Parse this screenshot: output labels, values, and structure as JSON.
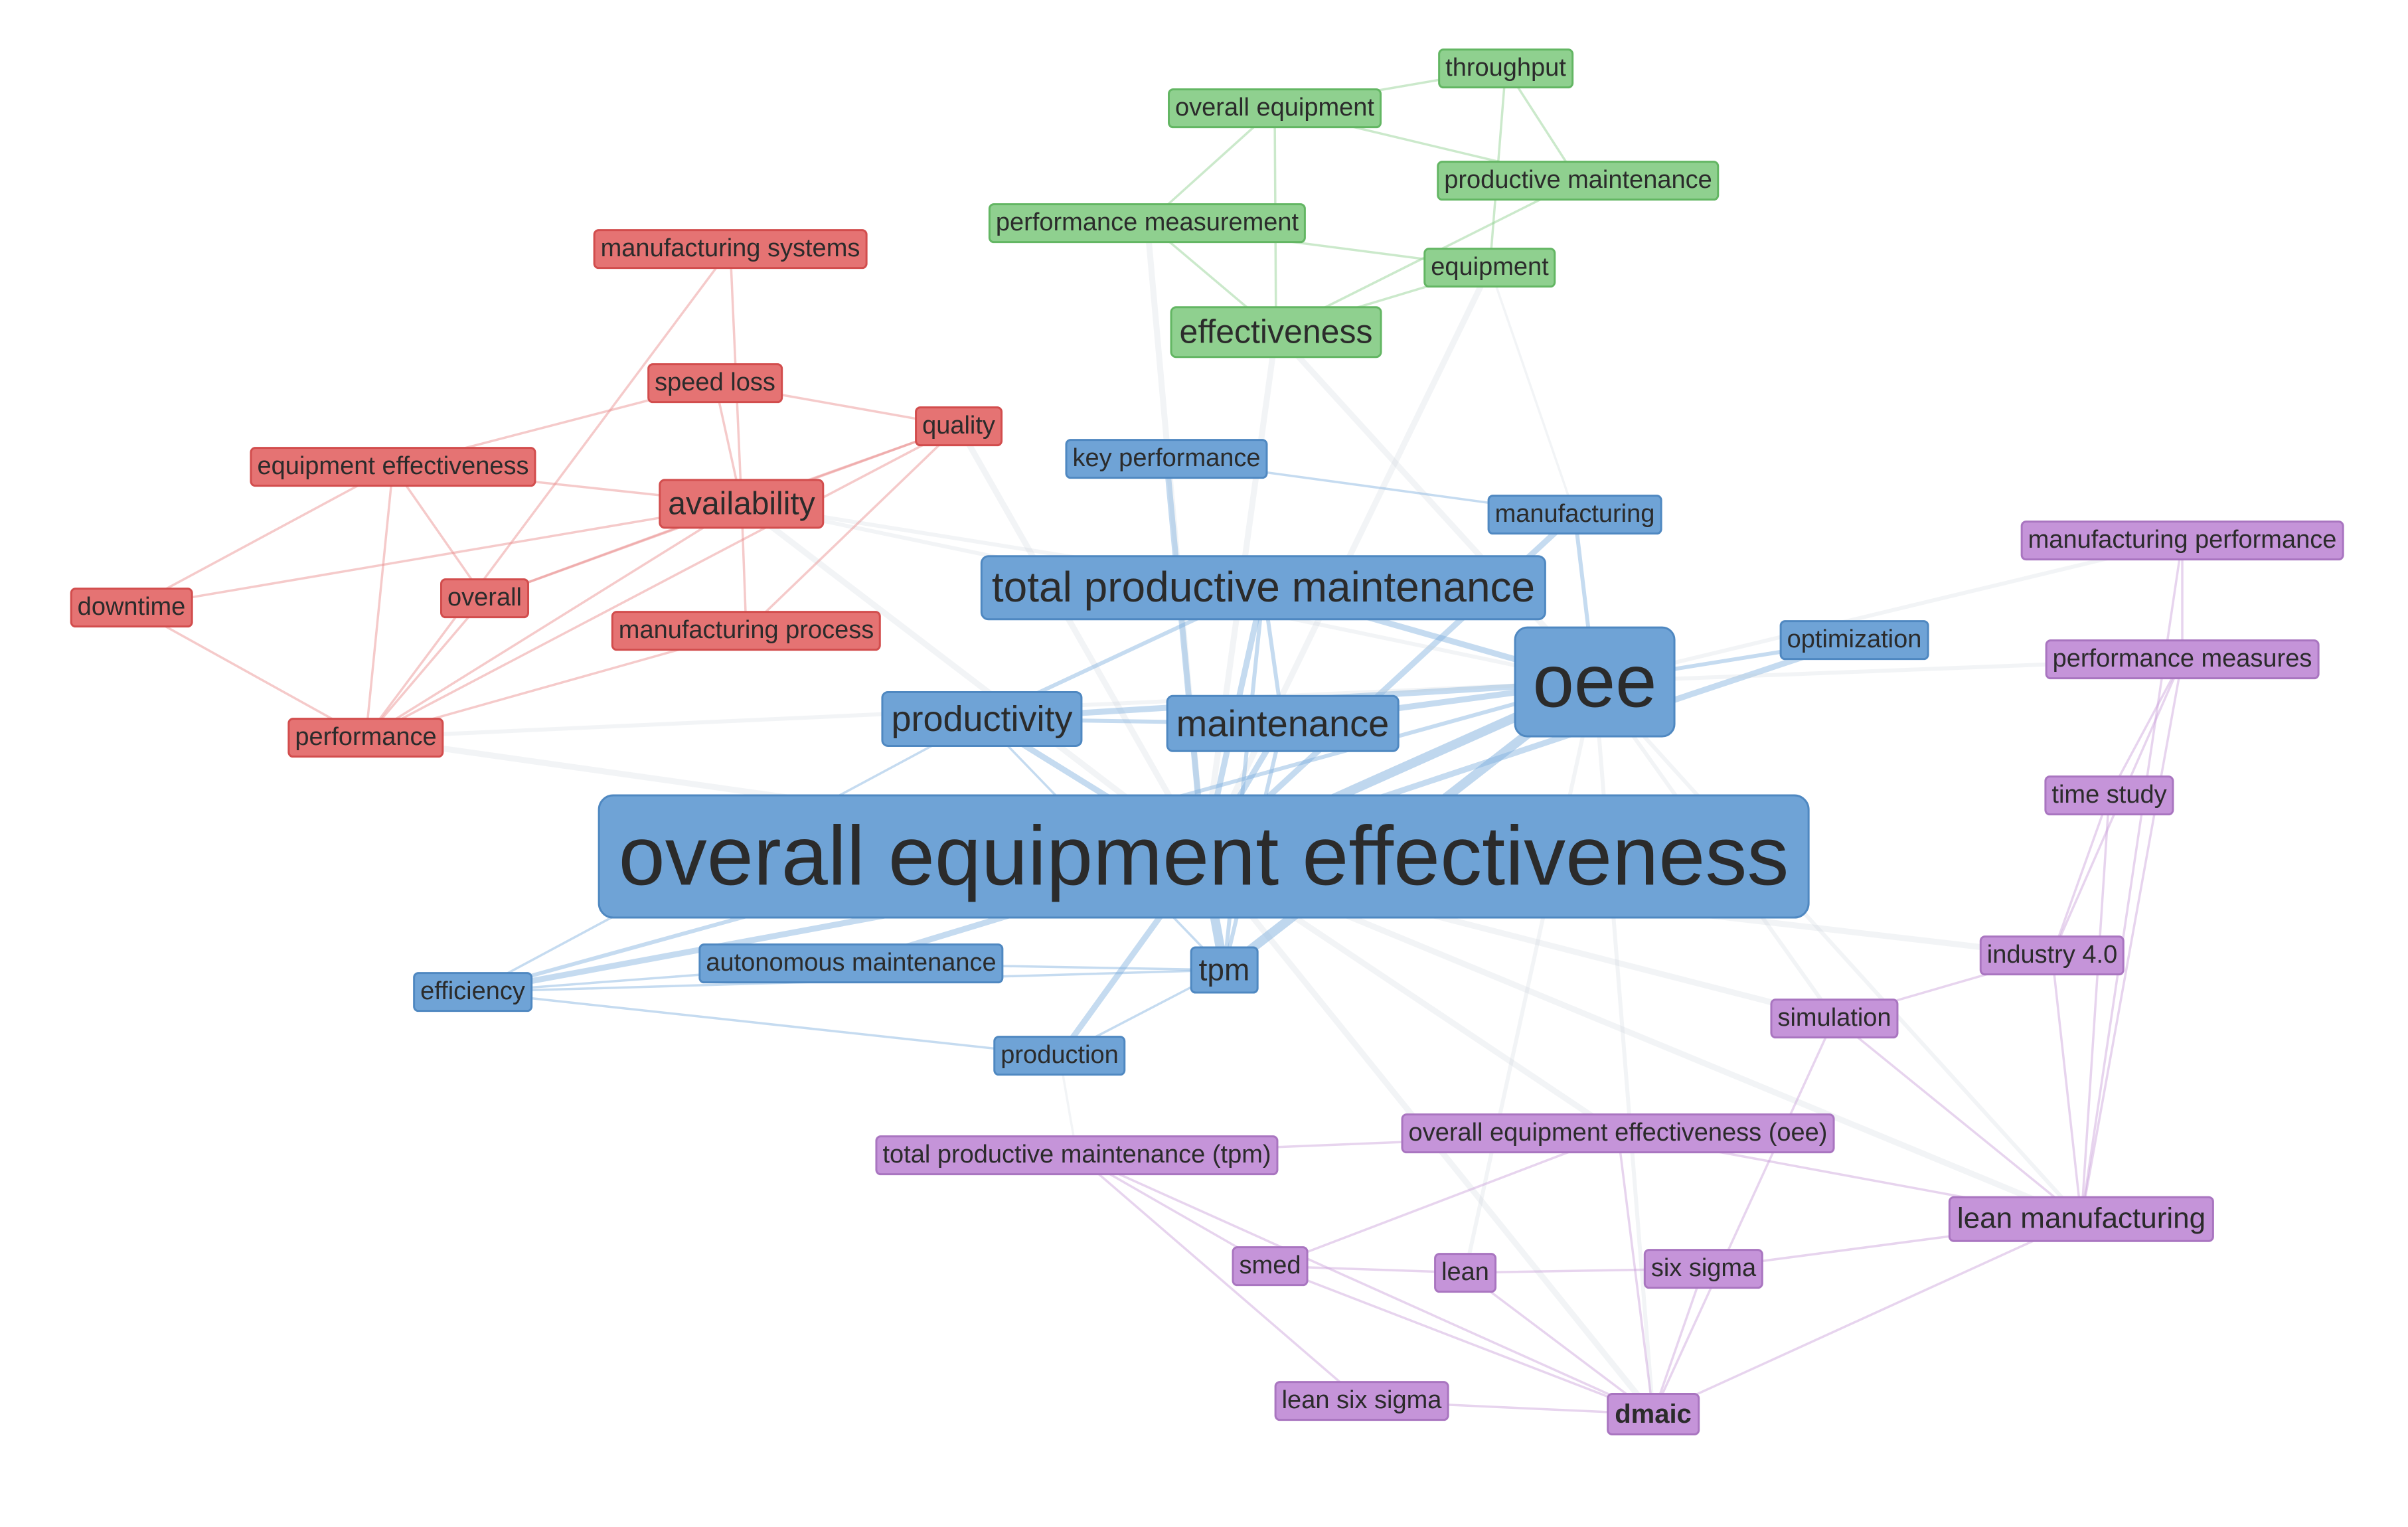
{
  "clusters": {
    "red": {
      "fill": "#e57373",
      "border": "#d24d4d",
      "edge": "#e88a8a"
    },
    "green": {
      "fill": "#8fd08f",
      "border": "#63b663",
      "edge": "#8ccf8c"
    },
    "blue": {
      "fill": "#6fa3d6",
      "border": "#4f88c1",
      "edge": "#7fb0dd"
    },
    "purple": {
      "fill": "#c594d9",
      "border": "#a975c0",
      "edge": "#c9a0da"
    }
  },
  "nodes": [
    {
      "id": "throughput",
      "label": "throughput",
      "cluster": "green"
    },
    {
      "id": "overall-equipment",
      "label": "overall equipment",
      "cluster": "green"
    },
    {
      "id": "productive-maintenance",
      "label": "productive maintenance",
      "cluster": "green"
    },
    {
      "id": "performance-measurement",
      "label": "performance measurement",
      "cluster": "green"
    },
    {
      "id": "equipment",
      "label": "equipment",
      "cluster": "green"
    },
    {
      "id": "effectiveness",
      "label": "effectiveness",
      "cluster": "green"
    },
    {
      "id": "manufacturing-systems",
      "label": "manufacturing systems",
      "cluster": "red"
    },
    {
      "id": "speed-loss",
      "label": "speed loss",
      "cluster": "red"
    },
    {
      "id": "quality",
      "label": "quality",
      "cluster": "red"
    },
    {
      "id": "equipment-effectiveness",
      "label": "equipment effectiveness",
      "cluster": "red"
    },
    {
      "id": "availability",
      "label": "availability",
      "cluster": "red"
    },
    {
      "id": "downtime",
      "label": "downtime",
      "cluster": "red"
    },
    {
      "id": "overall",
      "label": "overall",
      "cluster": "red"
    },
    {
      "id": "manufacturing-process",
      "label": "manufacturing process",
      "cluster": "red"
    },
    {
      "id": "performance",
      "label": "performance",
      "cluster": "red"
    },
    {
      "id": "key-performance",
      "label": "key performance",
      "cluster": "blue"
    },
    {
      "id": "manufacturing",
      "label": "manufacturing",
      "cluster": "blue"
    },
    {
      "id": "total-productive-maintenance",
      "label": "total productive maintenance",
      "cluster": "blue"
    },
    {
      "id": "oee",
      "label": "oee",
      "cluster": "blue"
    },
    {
      "id": "optimization",
      "label": "optimization",
      "cluster": "blue"
    },
    {
      "id": "productivity",
      "label": "productivity",
      "cluster": "blue"
    },
    {
      "id": "maintenance",
      "label": "maintenance",
      "cluster": "blue"
    },
    {
      "id": "overall-equipment-effectiveness",
      "label": "overall equipment effectiveness",
      "cluster": "blue"
    },
    {
      "id": "efficiency",
      "label": "efficiency",
      "cluster": "blue"
    },
    {
      "id": "autonomous-maintenance",
      "label": "autonomous maintenance",
      "cluster": "blue"
    },
    {
      "id": "tpm",
      "label": "tpm",
      "cluster": "blue"
    },
    {
      "id": "production",
      "label": "production",
      "cluster": "blue"
    },
    {
      "id": "manufacturing-performance",
      "label": "manufacturing performance",
      "cluster": "purple"
    },
    {
      "id": "performance-measures",
      "label": "performance measures",
      "cluster": "purple"
    },
    {
      "id": "time-study",
      "label": "time study",
      "cluster": "purple"
    },
    {
      "id": "industry-4-0",
      "label": "industry 4.0",
      "cluster": "purple"
    },
    {
      "id": "simulation",
      "label": "simulation",
      "cluster": "purple"
    },
    {
      "id": "oee-paren",
      "label": "overall equipment effectiveness (oee)",
      "cluster": "purple"
    },
    {
      "id": "tpm-paren",
      "label": "total productive maintenance (tpm)",
      "cluster": "purple"
    },
    {
      "id": "lean-manufacturing",
      "label": "lean manufacturing",
      "cluster": "purple"
    },
    {
      "id": "smed",
      "label": "smed",
      "cluster": "purple"
    },
    {
      "id": "lean",
      "label": "lean",
      "cluster": "purple"
    },
    {
      "id": "six-sigma",
      "label": "six sigma",
      "cluster": "purple"
    },
    {
      "id": "lean-six-sigma",
      "label": "lean six sigma",
      "cluster": "purple"
    },
    {
      "id": "dmaic",
      "label": "dmaic",
      "cluster": "purple"
    }
  ],
  "edges": [
    [
      "overall-equipment-effectiveness",
      "oee"
    ],
    [
      "overall-equipment-effectiveness",
      "tpm"
    ],
    [
      "overall-equipment-effectiveness",
      "total-productive-maintenance"
    ],
    [
      "overall-equipment-effectiveness",
      "maintenance"
    ],
    [
      "overall-equipment-effectiveness",
      "productivity"
    ],
    [
      "overall-equipment-effectiveness",
      "efficiency"
    ],
    [
      "overall-equipment-effectiveness",
      "manufacturing"
    ],
    [
      "overall-equipment-effectiveness",
      "effectiveness"
    ],
    [
      "overall-equipment-effectiveness",
      "performance-measurement"
    ],
    [
      "overall-equipment-effectiveness",
      "key-performance"
    ],
    [
      "overall-equipment-effectiveness",
      "availability"
    ],
    [
      "overall-equipment-effectiveness",
      "performance"
    ],
    [
      "overall-equipment-effectiveness",
      "autonomous-maintenance"
    ],
    [
      "overall-equipment-effectiveness",
      "production"
    ],
    [
      "overall-equipment-effectiveness",
      "lean-manufacturing"
    ],
    [
      "overall-equipment-effectiveness",
      "simulation"
    ],
    [
      "overall-equipment-effectiveness",
      "industry-4-0"
    ],
    [
      "overall-equipment-effectiveness",
      "oee-paren"
    ],
    [
      "overall-equipment-effectiveness",
      "quality"
    ],
    [
      "overall-equipment-effectiveness",
      "optimization"
    ],
    [
      "overall-equipment-effectiveness",
      "equipment"
    ],
    [
      "overall-equipment-effectiveness",
      "dmaic"
    ],
    [
      "oee",
      "tpm"
    ],
    [
      "oee",
      "total-productive-maintenance"
    ],
    [
      "oee",
      "maintenance"
    ],
    [
      "oee",
      "productivity"
    ],
    [
      "oee",
      "manufacturing"
    ],
    [
      "oee",
      "optimization"
    ],
    [
      "oee",
      "performance-measures"
    ],
    [
      "oee",
      "manufacturing-performance"
    ],
    [
      "oee",
      "efficiency"
    ],
    [
      "oee",
      "availability"
    ],
    [
      "oee",
      "performance"
    ],
    [
      "oee",
      "effectiveness"
    ],
    [
      "oee",
      "lean-manufacturing"
    ],
    [
      "oee",
      "dmaic"
    ],
    [
      "oee",
      "lean"
    ],
    [
      "oee",
      "simulation"
    ],
    [
      "tpm",
      "total-productive-maintenance"
    ],
    [
      "tpm",
      "maintenance"
    ],
    [
      "tpm",
      "autonomous-maintenance"
    ],
    [
      "tpm",
      "productivity"
    ],
    [
      "tpm",
      "efficiency"
    ],
    [
      "tpm",
      "production"
    ],
    [
      "total-productive-maintenance",
      "maintenance"
    ],
    [
      "total-productive-maintenance",
      "productivity"
    ],
    [
      "total-productive-maintenance",
      "availability"
    ],
    [
      "maintenance",
      "productivity"
    ],
    [
      "productivity",
      "efficiency"
    ],
    [
      "autonomous-maintenance",
      "efficiency"
    ],
    [
      "key-performance",
      "manufacturing"
    ],
    [
      "manufacturing",
      "equipment"
    ],
    [
      "overall-equipment",
      "effectiveness"
    ],
    [
      "overall-equipment",
      "throughput"
    ],
    [
      "overall-equipment",
      "productive-maintenance"
    ],
    [
      "performance-measurement",
      "effectiveness"
    ],
    [
      "performance-measurement",
      "equipment"
    ],
    [
      "performance-measurement",
      "overall-equipment"
    ],
    [
      "equipment",
      "effectiveness"
    ],
    [
      "throughput",
      "productive-maintenance"
    ],
    [
      "throughput",
      "equipment"
    ],
    [
      "effectiveness",
      "productive-maintenance"
    ],
    [
      "availability",
      "quality"
    ],
    [
      "availability",
      "performance"
    ],
    [
      "availability",
      "speed-loss"
    ],
    [
      "availability",
      "equipment-effectiveness"
    ],
    [
      "availability",
      "overall"
    ],
    [
      "availability",
      "downtime"
    ],
    [
      "availability",
      "manufacturing-process"
    ],
    [
      "quality",
      "performance"
    ],
    [
      "quality",
      "speed-loss"
    ],
    [
      "quality",
      "overall"
    ],
    [
      "performance",
      "equipment-effectiveness"
    ],
    [
      "performance",
      "downtime"
    ],
    [
      "performance",
      "overall"
    ],
    [
      "performance",
      "manufacturing-process"
    ],
    [
      "equipment-effectiveness",
      "speed-loss"
    ],
    [
      "equipment-effectiveness",
      "overall"
    ],
    [
      "equipment-effectiveness",
      "downtime"
    ],
    [
      "manufacturing-systems",
      "availability"
    ],
    [
      "manufacturing-systems",
      "performance"
    ],
    [
      "manufacturing-process",
      "quality"
    ],
    [
      "dmaic",
      "smed"
    ],
    [
      "dmaic",
      "lean"
    ],
    [
      "dmaic",
      "six-sigma"
    ],
    [
      "dmaic",
      "lean-six-sigma"
    ],
    [
      "dmaic",
      "lean-manufacturing"
    ],
    [
      "dmaic",
      "tpm-paren"
    ],
    [
      "dmaic",
      "oee-paren"
    ],
    [
      "dmaic",
      "simulation"
    ],
    [
      "lean",
      "six-sigma"
    ],
    [
      "lean",
      "smed"
    ],
    [
      "lean-manufacturing",
      "industry-4-0"
    ],
    [
      "lean-manufacturing",
      "simulation"
    ],
    [
      "lean-manufacturing",
      "time-study"
    ],
    [
      "lean-manufacturing",
      "performance-measures"
    ],
    [
      "lean-manufacturing",
      "manufacturing-performance"
    ],
    [
      "lean-manufacturing",
      "oee-paren"
    ],
    [
      "lean-manufacturing",
      "six-sigma"
    ],
    [
      "oee-paren",
      "tpm-paren"
    ],
    [
      "oee-paren",
      "smed"
    ],
    [
      "tpm-paren",
      "smed"
    ],
    [
      "tpm-paren",
      "lean-six-sigma"
    ],
    [
      "industry-4-0",
      "time-study"
    ],
    [
      "industry-4-0",
      "performance-measures"
    ],
    [
      "manufacturing-performance",
      "performance-measures"
    ],
    [
      "time-study",
      "performance-measures"
    ],
    [
      "simulation",
      "industry-4-0"
    ],
    [
      "efficiency",
      "production"
    ],
    [
      "production",
      "tpm-paren"
    ]
  ]
}
